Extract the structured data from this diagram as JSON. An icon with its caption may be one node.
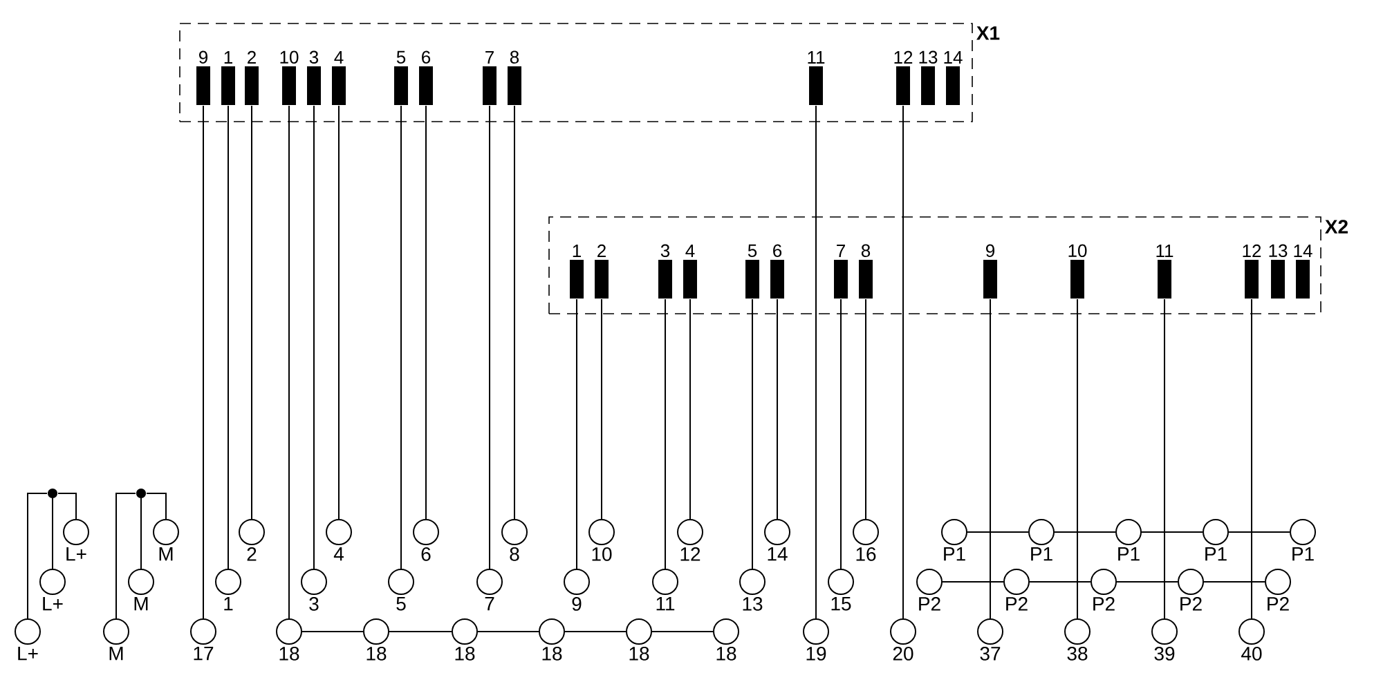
{
  "diagram": {
    "nodes": [
      {
        "text": [
          "X1"
        ]
      },
      {
        "text": [
          "9"
        ],
        "in": 0
      },
      {
        "text": [
          "1"
        ],
        "in": 0
      },
      {
        "text": [
          "2"
        ],
        "in": 0
      },
      {
        "text": [
          "10"
        ],
        "in": 0
      },
      {
        "text": [
          "3"
        ],
        "in": 0
      },
      {
        "text": [
          "4"
        ],
        "in": 0
      },
      {
        "text": [
          "5"
        ],
        "in": 0
      },
      {
        "text": [
          "6"
        ],
        "in": 0
      },
      {
        "text": [
          "7"
        ],
        "in": 0
      },
      {
        "text": [
          "8"
        ],
        "in": 0
      },
      {
        "text": [
          "11"
        ],
        "in": 0
      },
      {
        "text": [
          "12"
        ],
        "in": 0
      },
      {
        "text": [
          "13"
        ],
        "in": 0
      },
      {
        "text": [
          "14"
        ],
        "in": 0
      },
      {
        "text": [
          "X2"
        ]
      },
      {
        "text": [
          "1"
        ],
        "in": 15
      },
      {
        "text": [
          "2"
        ],
        "in": 15
      },
      {
        "text": [
          "3"
        ],
        "in": 15
      },
      {
        "text": [
          "4"
        ],
        "in": 15
      },
      {
        "text": [
          "5"
        ],
        "in": 15
      },
      {
        "text": [
          "6"
        ],
        "in": 15
      },
      {
        "text": [
          "7"
        ],
        "in": 15
      },
      {
        "text": [
          "8"
        ],
        "in": 15
      },
      {
        "text": [
          "9"
        ],
        "in": 15
      },
      {
        "text": [
          "10"
        ],
        "in": 15
      },
      {
        "text": [
          "11"
        ],
        "in": 15
      },
      {
        "text": [
          "12"
        ],
        "in": 15
      },
      {
        "text": [
          "13"
        ],
        "in": 15
      },
      {
        "text": [
          "14"
        ],
        "in": 15
      },
      {
        "text": [],
        "shape": "dot"
      },
      {
        "text": [],
        "shape": "circle",
        "beside": [
          "L+"
        ]
      },
      {
        "text": [],
        "shape": "circle",
        "beside": [
          "L+"
        ]
      },
      {
        "text": [],
        "shape": "circle",
        "beside": [
          "L+"
        ]
      },
      {
        "text": [],
        "shape": "dot"
      },
      {
        "text": [],
        "shape": "circle",
        "beside": [
          "M"
        ]
      },
      {
        "text": [],
        "shape": "circle",
        "beside": [
          "M"
        ]
      },
      {
        "text": [],
        "shape": "circle",
        "beside": [
          "M"
        ]
      },
      {
        "text": [],
        "shape": "circle",
        "beside": [
          "2"
        ]
      },
      {
        "text": [],
        "shape": "circle",
        "beside": [
          "4"
        ]
      },
      {
        "text": [],
        "shape": "circle",
        "beside": [
          "6"
        ]
      },
      {
        "text": [],
        "shape": "circle",
        "beside": [
          "8"
        ]
      },
      {
        "text": [],
        "shape": "circle",
        "beside": [
          "10"
        ]
      },
      {
        "text": [],
        "shape": "circle",
        "beside": [
          "12"
        ]
      },
      {
        "text": [],
        "shape": "circle",
        "beside": [
          "14"
        ]
      },
      {
        "text": [],
        "shape": "circle",
        "beside": [
          "16"
        ]
      },
      {
        "text": [],
        "shape": "circle",
        "beside": [
          "P1"
        ]
      },
      {
        "text": [],
        "shape": "circle",
        "beside": [
          "P1"
        ]
      },
      {
        "text": [],
        "shape": "circle",
        "beside": [
          "P1"
        ]
      },
      {
        "text": [],
        "shape": "circle",
        "beside": [
          "P1"
        ]
      },
      {
        "text": [],
        "shape": "circle",
        "beside": [
          "P1"
        ]
      },
      {
        "text": [],
        "shape": "circle",
        "beside": [
          "1"
        ]
      },
      {
        "text": [],
        "shape": "circle",
        "beside": [
          "3"
        ]
      },
      {
        "text": [],
        "shape": "circle",
        "beside": [
          "5"
        ]
      },
      {
        "text": [],
        "shape": "circle",
        "beside": [
          "7"
        ]
      },
      {
        "text": [],
        "shape": "circle",
        "beside": [
          "9"
        ]
      },
      {
        "text": [],
        "shape": "circle",
        "beside": [
          "11"
        ]
      },
      {
        "text": [],
        "shape": "circle",
        "beside": [
          "13"
        ]
      },
      {
        "text": [],
        "shape": "circle",
        "beside": [
          "15"
        ]
      },
      {
        "text": [],
        "shape": "circle",
        "beside": [
          "P2"
        ]
      },
      {
        "text": [],
        "shape": "circle",
        "beside": [
          "P2"
        ]
      },
      {
        "text": [],
        "shape": "circle",
        "beside": [
          "P2"
        ]
      },
      {
        "text": [],
        "shape": "circle",
        "beside": [
          "P2"
        ]
      },
      {
        "text": [],
        "shape": "circle",
        "beside": [
          "P2"
        ]
      },
      {
        "text": [],
        "shape": "circle",
        "beside": [
          "17"
        ]
      },
      {
        "text": [],
        "shape": "circle",
        "beside": [
          "18"
        ]
      },
      {
        "text": [],
        "shape": "circle",
        "beside": [
          "18"
        ]
      },
      {
        "text": [],
        "shape": "circle",
        "beside": [
          "18"
        ]
      },
      {
        "text": [],
        "shape": "circle",
        "beside": [
          "18"
        ]
      },
      {
        "text": [],
        "shape": "circle",
        "beside": [
          "18"
        ]
      },
      {
        "text": [],
        "shape": "circle",
        "beside": [
          "18"
        ]
      },
      {
        "text": [],
        "shape": "circle",
        "beside": [
          "19"
        ]
      },
      {
        "text": [],
        "shape": "circle",
        "beside": [
          "20"
        ]
      },
      {
        "text": [],
        "shape": "circle",
        "beside": [
          "37"
        ]
      },
      {
        "text": [],
        "shape": "circle",
        "beside": [
          "38"
        ]
      },
      {
        "text": [],
        "shape": "circle",
        "beside": [
          "39"
        ]
      },
      {
        "text": [],
        "shape": "circle",
        "beside": [
          "40"
        ]
      }
    ],
    "edges": [
      {
        "from": 1,
        "to": 64,
        "arrow": "none"
      },
      {
        "from": 2,
        "to": 51,
        "arrow": "none"
      },
      {
        "from": 3,
        "to": 38,
        "arrow": "none"
      },
      {
        "from": 4,
        "to": 65,
        "arrow": "none"
      },
      {
        "from": 5,
        "to": 52,
        "arrow": "none"
      },
      {
        "from": 6,
        "to": 39,
        "arrow": "none"
      },
      {
        "from": 7,
        "to": 53,
        "arrow": "none"
      },
      {
        "from": 8,
        "to": 40,
        "arrow": "none"
      },
      {
        "from": 9,
        "to": 54,
        "arrow": "none"
      },
      {
        "from": 10,
        "to": 41,
        "arrow": "none"
      },
      {
        "from": 11,
        "to": 71,
        "arrow": "none"
      },
      {
        "from": 12,
        "to": 72,
        "arrow": "none"
      },
      {
        "from": 16,
        "to": 55,
        "arrow": "none"
      },
      {
        "from": 17,
        "to": 42,
        "arrow": "none"
      },
      {
        "from": 18,
        "to": 56,
        "arrow": "none"
      },
      {
        "from": 19,
        "to": 43,
        "arrow": "none"
      },
      {
        "from": 20,
        "to": 57,
        "arrow": "none"
      },
      {
        "from": 21,
        "to": 44,
        "arrow": "none"
      },
      {
        "from": 22,
        "to": 58,
        "arrow": "none"
      },
      {
        "from": 23,
        "to": 45,
        "arrow": "none"
      },
      {
        "from": 24,
        "to": 73,
        "arrow": "none"
      },
      {
        "from": 25,
        "to": 74,
        "arrow": "none"
      },
      {
        "from": 26,
        "to": 75,
        "arrow": "none"
      },
      {
        "from": 27,
        "to": 76,
        "arrow": "none"
      },
      {
        "from": 30,
        "to": 31,
        "arrow": "none"
      },
      {
        "from": 30,
        "to": 32,
        "arrow": "none"
      },
      {
        "from": 30,
        "to": 33,
        "arrow": "none"
      },
      {
        "from": 34,
        "to": 35,
        "arrow": "none"
      },
      {
        "from": 34,
        "to": 36,
        "arrow": "none"
      },
      {
        "from": 34,
        "to": 37,
        "arrow": "none"
      },
      {
        "from": 65,
        "to": 66,
        "arrow": "none"
      },
      {
        "from": 66,
        "to": 67,
        "arrow": "none"
      },
      {
        "from": 67,
        "to": 68,
        "arrow": "none"
      },
      {
        "from": 68,
        "to": 69,
        "arrow": "none"
      },
      {
        "from": 69,
        "to": 70,
        "arrow": "none"
      },
      {
        "from": 46,
        "to": 47,
        "arrow": "none"
      },
      {
        "from": 47,
        "to": 48,
        "arrow": "none"
      },
      {
        "from": 48,
        "to": 49,
        "arrow": "none"
      },
      {
        "from": 49,
        "to": 50,
        "arrow": "none"
      },
      {
        "from": 59,
        "to": 60,
        "arrow": "none"
      },
      {
        "from": 60,
        "to": 61,
        "arrow": "none"
      },
      {
        "from": 61,
        "to": 62,
        "arrow": "none"
      },
      {
        "from": 62,
        "to": 63,
        "arrow": "none"
      }
    ]
  }
}
